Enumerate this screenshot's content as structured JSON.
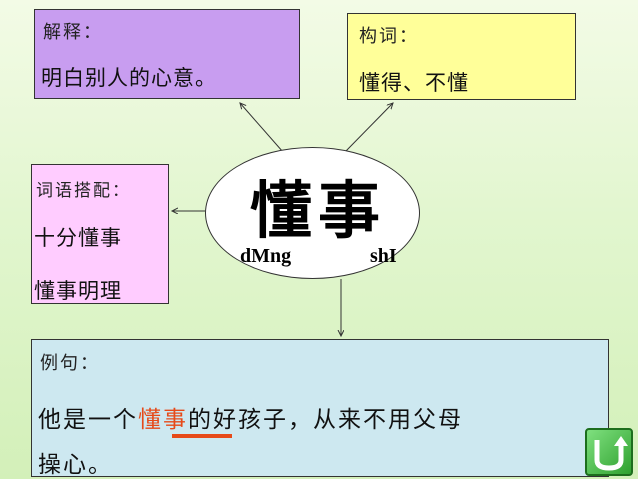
{
  "center": {
    "word": "懂事",
    "pinyin_1": "dMng",
    "pinyin_2": "shI"
  },
  "explanation": {
    "header": "解释：",
    "text": "明白别人的心意。"
  },
  "word_formation": {
    "header": "构词：",
    "text": "懂得、不懂"
  },
  "collocation": {
    "header": "词语搭配：",
    "item_1": "十分懂事",
    "item_2": "懂事明理"
  },
  "example": {
    "header": "例句：",
    "part_1": "他是一个",
    "highlight": "懂事",
    "part_2": "的好孩子，从来不用父母",
    "line_2": "操心。"
  },
  "nav": {
    "icon": "return-arrow-icon"
  }
}
